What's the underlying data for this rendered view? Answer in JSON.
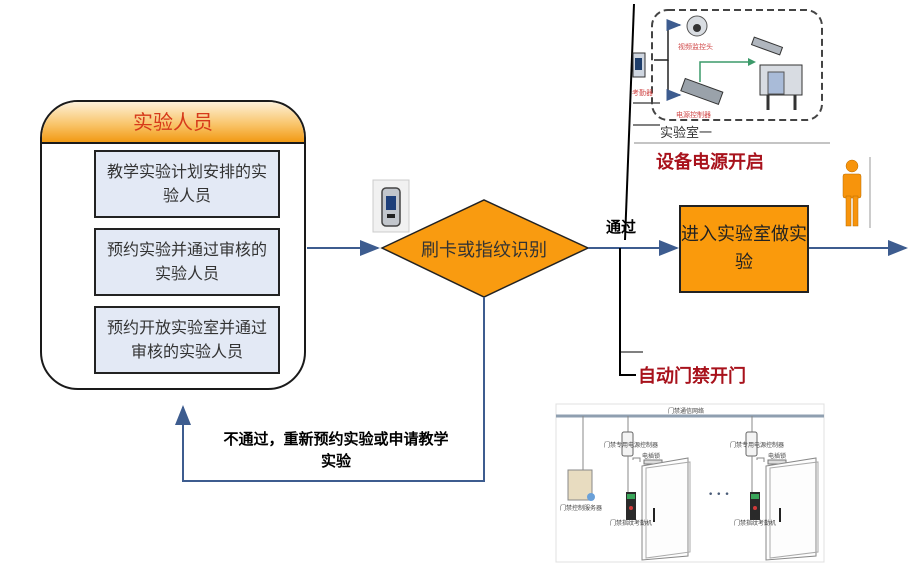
{
  "personnel_panel": {
    "title": "实验人员",
    "categories": [
      {
        "label": "教学实验计划安排的实验人员"
      },
      {
        "label": "预约实验并通过审核的实验人员"
      },
      {
        "label": "预约开放实验室并通过审核的实验人员"
      }
    ]
  },
  "decision": {
    "label": "刷卡或指纹识别",
    "reader_icon": "fingerprint-reader-icon"
  },
  "branches": {
    "pass_label": "通过",
    "fail_label": "不通过，重新预约实验或申请教学实验"
  },
  "enter_lab": {
    "label": "进入实验室做实验"
  },
  "outcomes": {
    "power_on": "设备电源开启",
    "door_open": "自动门禁开门"
  },
  "lab_diagram": {
    "room_label": "实验室一",
    "camera_label": "视频监控头",
    "attendance_label": "考勤器",
    "power_controller_label": "电源控制器"
  },
  "access_diagram": {
    "network_label": "门禁通信网络",
    "server_label": "门禁控制服务器",
    "power_controller_label": "门禁专用电源控制器",
    "lock_label": "电插锁",
    "reader_label": "门禁指纹考勤机",
    "ellipsis": "• • •"
  },
  "colors": {
    "orange": "#fa9a0c",
    "dark_red": "#a8121c",
    "arrow_blue": "#3d5c8f",
    "box_fill": "#e3e9f5"
  }
}
